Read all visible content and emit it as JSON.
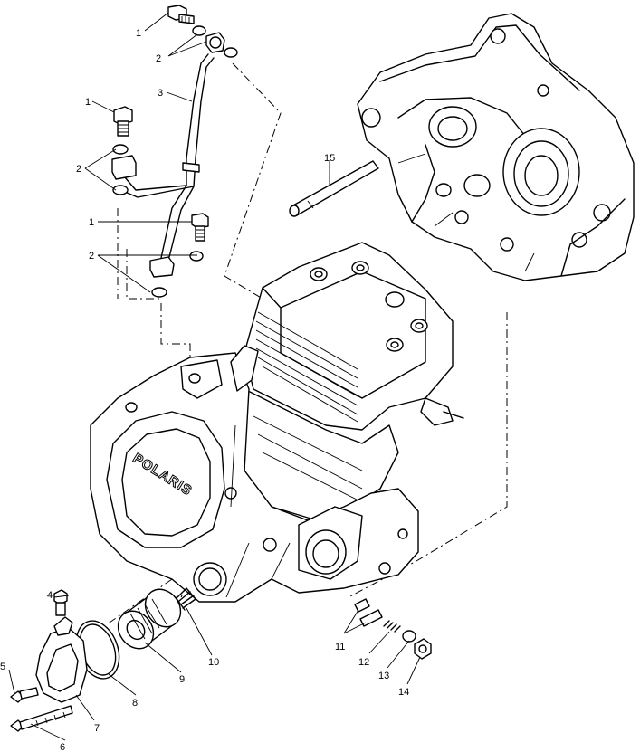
{
  "diagram": {
    "logo_text": "POLARIS",
    "callouts": {
      "c1a": "1",
      "c2a": "2",
      "c3": "3",
      "c1b": "1",
      "c2b": "2",
      "c1c": "1",
      "c2c": "2",
      "c4": "4",
      "c5": "5",
      "c6": "6",
      "c7": "7",
      "c8": "8",
      "c9": "9",
      "c10": "10",
      "c11": "11",
      "c12": "12",
      "c13": "13",
      "c14": "14",
      "c15": "15"
    }
  }
}
